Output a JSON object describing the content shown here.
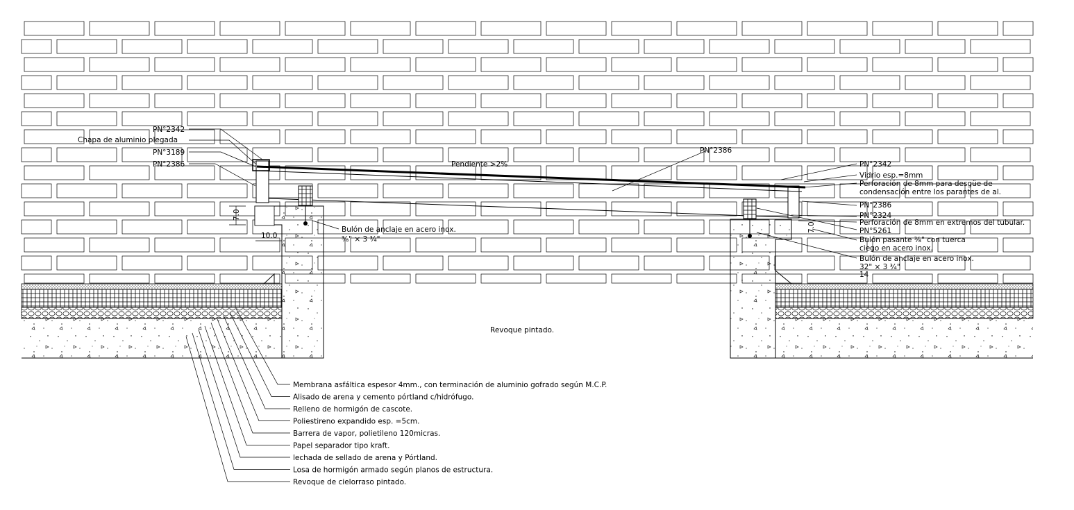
{
  "labels": {
    "pn2342_left": "PN°2342",
    "chapa": "Chapa de aluminio plegada",
    "pn3189": "PN°3189",
    "pn2386_left": "PN°2386",
    "pn2386_top": "PN°2386",
    "pendiente": "Pendiente  >2%",
    "pn2342_right": "PN°2342",
    "vidrio": "Vidrio esp.=8mm",
    "perforacion_1": "Perforación de 8mm para desgüe de",
    "perforacion_2": "condensación entre los parantes de al.",
    "pn2386_right": "PN°2386",
    "pn2324": "PN°2324",
    "perforacion_ext": "Perforación de 8mm en extremos del tubular.",
    "pn5261": "PN°5261",
    "bulon_pasante_1": "Bulón pasante ⅜\" con tuerca",
    "bulon_pasante_2": "ciego en acero inox.",
    "bulon_anclaje_right": "Bulón de anclaje en acero inox.",
    "bulon_anclaje_right_dim": "32\" × 3 ¾\"",
    "bulon_anclaje_right_den": "14",
    "bulon_anclaje_left": "Bulón de anclaje en acero inox.",
    "bulon_anclaje_left_dim": "⅜\" × 3 ¾\"",
    "dim_70": "7.0",
    "dim_100": "10.0",
    "dim_right": "7.0",
    "revoque": "Revoque pintado."
  },
  "bottom_notes": [
    "Membrana asfáltica espesor 4mm., con terminación de aluminio gofrado según M.C.P.",
    "Alisado de arena y cemento pórtland c/hidrófugo.",
    "Relleno de hormigón de cascote.",
    "Poliestireno expandido esp. =5cm.",
    "Barrera de vapor, polietileno 120micras.",
    "Papel separador tipo kraft.",
    "lechada de sellado de arena y Pórtland.",
    "Losa de hormigón armado según planos de estructura.",
    "Revoque de cielorraso pintado."
  ]
}
